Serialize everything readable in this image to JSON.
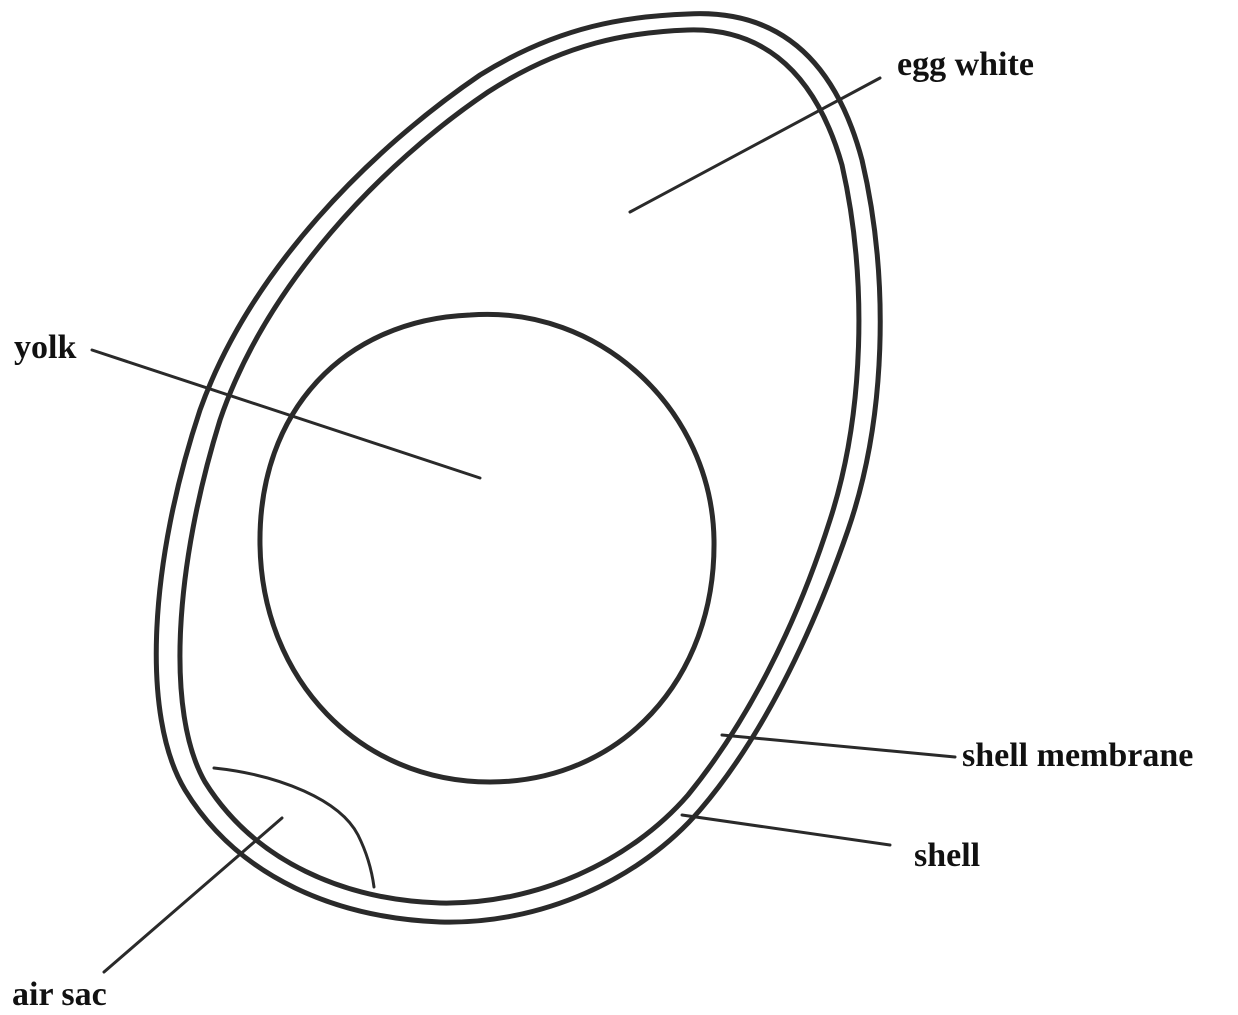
{
  "labels": {
    "egg_white": "egg white",
    "yolk": "yolk",
    "shell_membrane": "shell membrane",
    "shell": "shell",
    "air_sac": "air sac"
  },
  "colors": {
    "line": "#2a2a2a",
    "background": "#ffffff"
  }
}
